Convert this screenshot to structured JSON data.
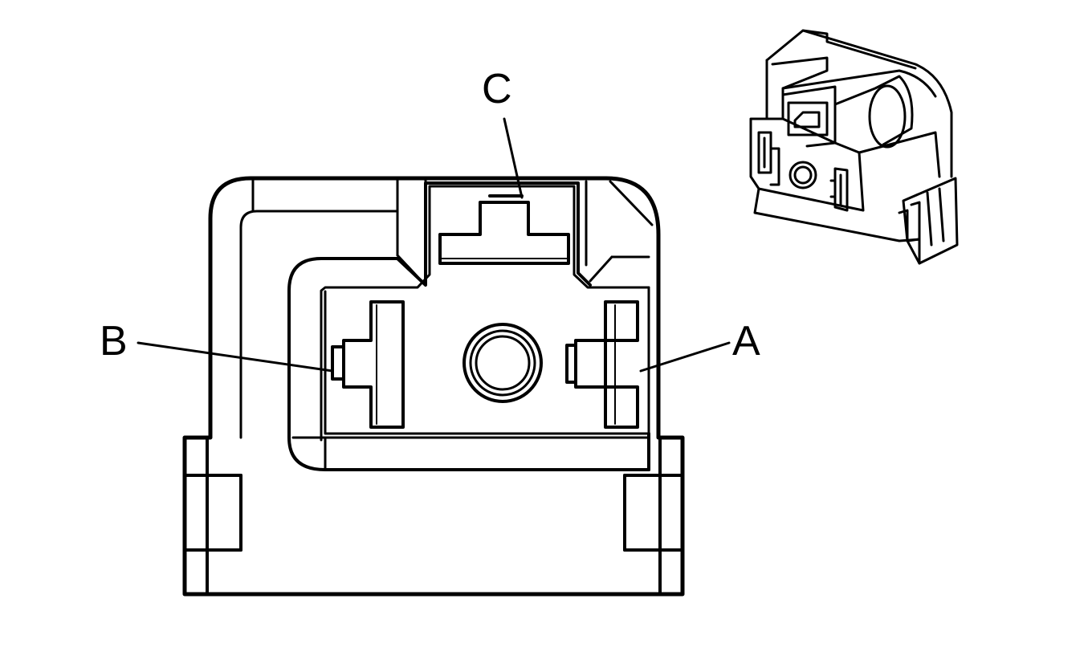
{
  "diagram": {
    "labels": {
      "a": "A",
      "b": "B",
      "c": "C"
    },
    "colors": {
      "stroke": "#000000",
      "background": "#ffffff"
    }
  }
}
